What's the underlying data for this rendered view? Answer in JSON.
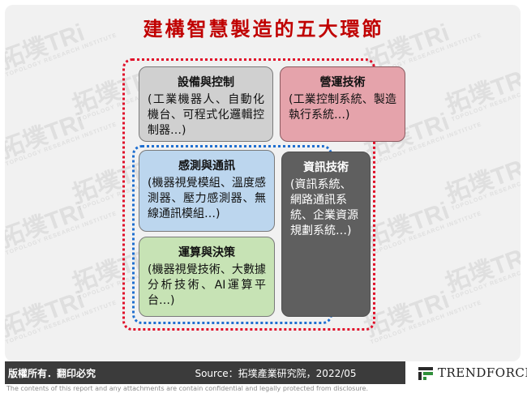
{
  "title": "建構智慧製造的五大環節",
  "boxes": {
    "equipment": {
      "heading": "設備與控制",
      "body": "(工業機器人、自動化機台、可程式化邏輯控制器…)"
    },
    "operations": {
      "heading": "營運技術",
      "body": "(工業控制系統、製造執行系統…)"
    },
    "sensing": {
      "heading": "感測與通訊",
      "body": "(機器視覺模組、溫度感測器、壓力感測器、無線通訊模組…)"
    },
    "computing": {
      "heading": "運算與決策",
      "body": "(機器視覺技術、大數據分析技術、AI運算平台…)"
    },
    "it": {
      "heading": "資訊技術",
      "body": "(資訊系統、網路通訊系統、企業資源規劃系統…)"
    }
  },
  "colors": {
    "title": "#c00000",
    "outer_border": "#e0102a",
    "inner_border": "#1f6fd0",
    "equipment": "#d0d0d0",
    "operations": "#e5a3ab",
    "sensing": "#bcd6ee",
    "computing": "#c7e3b5",
    "it": "#5f5f5f"
  },
  "watermark": {
    "text": "拓墣TRi",
    "subtext": "TOPOLOGY RESEARCH INSTITUTE"
  },
  "footer": {
    "rights": "版權所有．翻印必究",
    "source": "Source：拓墣產業研究院，2022/05",
    "brand": "TRENDFORCE",
    "disclaimer": "The contents of this report and any attachments are contain confidential and legally protected from disclosure."
  }
}
